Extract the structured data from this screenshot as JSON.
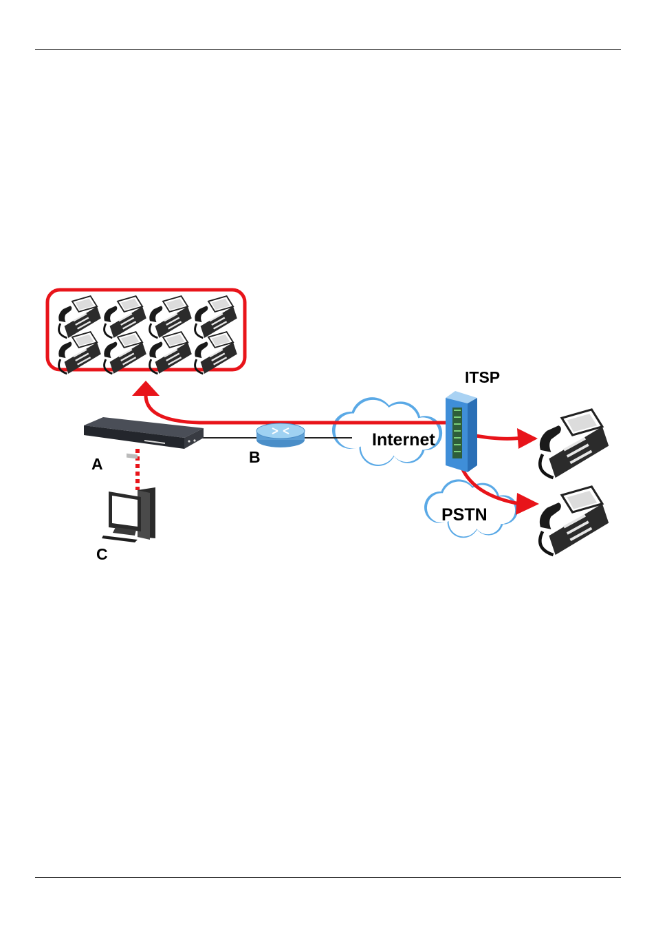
{
  "labels": {
    "device_a": "A",
    "router_b": "B",
    "computer_c": "C",
    "itsp": "ITSP",
    "internet": "Internet",
    "pstn": "PSTN"
  },
  "colors": {
    "call_path": "#e8141a",
    "cloud_fill": "#ffffff",
    "cloud_edge": "#5aa9e6",
    "server": "#3f8ed8",
    "device": "#2a2d34",
    "router": "#8cc8f0"
  },
  "icons": [
    "phone-icon",
    "device-icon",
    "router-icon",
    "computer-icon",
    "server-icon",
    "cloud-icon"
  ]
}
